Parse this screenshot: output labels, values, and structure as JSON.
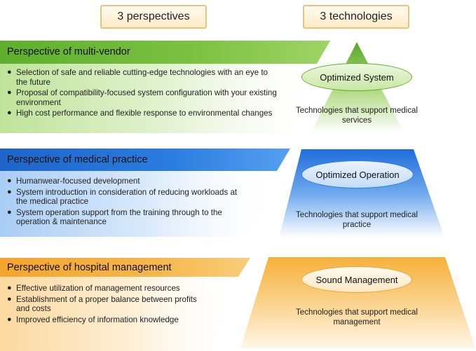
{
  "headers": {
    "perspectives": "3 perspectives",
    "technologies": "3 technologies"
  },
  "sections": [
    {
      "title": "Perspective of multi-vendor",
      "items": [
        "Selection of safe and reliable cutting-edge technologies with an eye to the future",
        "Proposal of compatibility-focused system configuration with your existing environment",
        "High cost performance and flexible response to environmental changes"
      ]
    },
    {
      "title": "Perspective of medical practice",
      "items": [
        "Humanwear-focused development",
        "System introduction in consideration of reducing workloads at the medical practice",
        "System operation support from the training through to the operation & maintenance"
      ]
    },
    {
      "title": "Perspective of hospital management",
      "items": [
        "Effective utilization of management resources",
        "Establishment of a proper balance between profits and costs",
        "Improved efficiency of information knowledge"
      ]
    }
  ],
  "tiers": [
    {
      "name": "Optimized System",
      "caption": "Technologies that support medical services"
    },
    {
      "name": "Optimized Operation",
      "caption": "Technologies that support medical practice"
    },
    {
      "name": "Sound Management",
      "caption": "Technologies that support medical management"
    }
  ],
  "colors": {
    "green": "#7cc242",
    "blue": "#2c7de0",
    "orange": "#f6b64a"
  }
}
